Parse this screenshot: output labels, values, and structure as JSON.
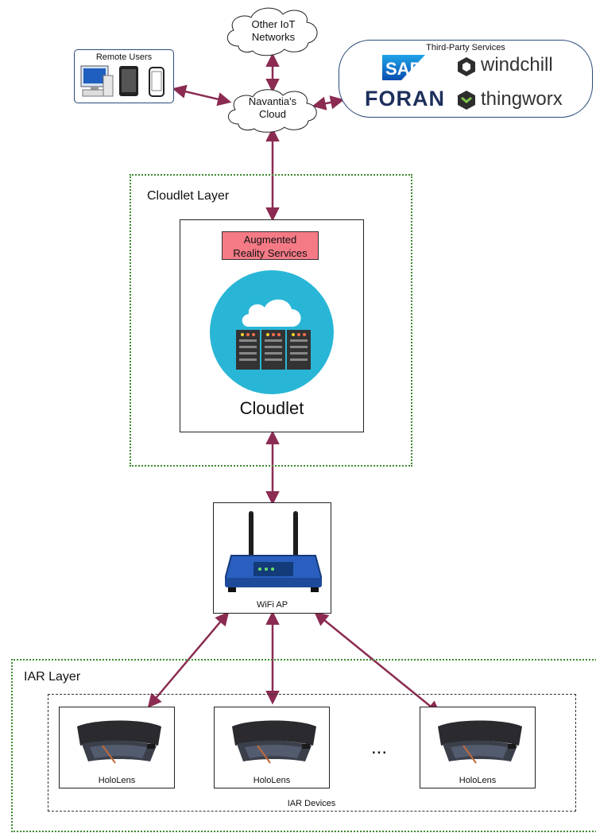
{
  "cloud_other": "Other IoT\nNetworks",
  "cloud_navantia": "Navantia's\nCloud",
  "remote_users": "Remote Users",
  "third_party": {
    "title": "Third-Party Services",
    "logos": [
      "SAP",
      "windchill",
      "FORAN",
      "thingworx"
    ]
  },
  "cloudlet_layer": "Cloudlet Layer",
  "ar_services": "Augmented\nReality Services",
  "cloudlet": "Cloudlet",
  "wifi": "WiFi AP",
  "iar_layer": "IAR Layer",
  "iar_devices": "IAR Devices",
  "devices": [
    "HoloLens",
    "HoloLens",
    "HoloLens"
  ],
  "ellipsis": "...",
  "colors": {
    "link": "#8b2b52",
    "layer_border": "#3c8a2e",
    "ar_fill": "#f47a86",
    "cloudlet_circle": "#29b6d6"
  }
}
